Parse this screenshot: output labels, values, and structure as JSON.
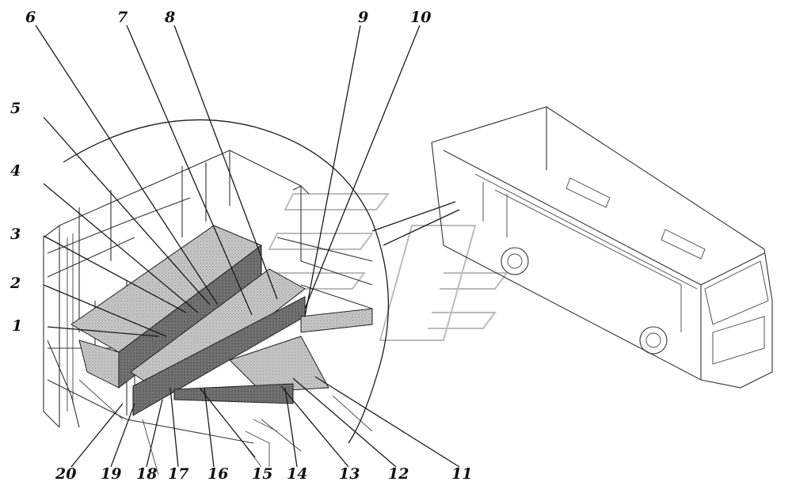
{
  "labels": [
    "1",
    "2",
    "3",
    "4",
    "5",
    "6",
    "7",
    "8",
    "9",
    "10",
    "11",
    "12",
    "13",
    "14",
    "15",
    "16",
    "17",
    "18",
    "19",
    "20"
  ],
  "colors": {
    "ink": "#111111",
    "panel": "#6e6e6e",
    "floor": "#b9b9b9",
    "watermark": "#bdbdbd"
  }
}
